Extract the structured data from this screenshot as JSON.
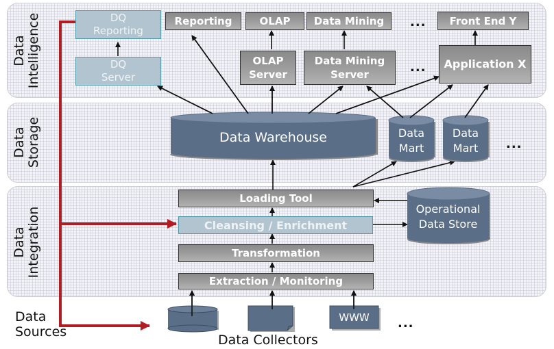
{
  "layers": {
    "intelligence": "Data Intelligence",
    "intelligence_lines": [
      "Data",
      "Intelligence"
    ],
    "storage_lines": [
      "Data",
      "Storage"
    ],
    "integration_lines": [
      "Data",
      "Integration"
    ],
    "sources_lines": [
      "Data",
      "Sources"
    ]
  },
  "intelligence": {
    "dq_reporting": [
      "DQ",
      "Reporting"
    ],
    "dq_server": [
      "DQ",
      "Server"
    ],
    "reporting": "Reporting",
    "olap": "OLAP",
    "data_mining": "Data Mining",
    "front_end_y": "Front End Y",
    "olap_server": [
      "OLAP",
      "Server"
    ],
    "data_mining_server": [
      "Data Mining",
      "Server"
    ],
    "application_x": "Application X",
    "ellipsis": "..."
  },
  "storage": {
    "data_warehouse": "Data Warehouse",
    "data_mart_1": [
      "Data",
      "Mart"
    ],
    "data_mart_2": [
      "Data",
      "Mart"
    ],
    "ellipsis": "..."
  },
  "integration": {
    "loading_tool": "Loading Tool",
    "cleansing": "Cleansing / Enrichment",
    "transformation": "Transformation",
    "extraction": "Extraction / Monitoring",
    "ods": [
      "Operational",
      "Data Store"
    ]
  },
  "sources": {
    "www": "WWW",
    "ellipsis": "...",
    "collectors_label": "Data Collectors"
  },
  "colors": {
    "dq_flow": "#b11d22",
    "cylinder": "#5a6e88",
    "cylinder_top": "#7a8ca3",
    "gray_box": "#9c9c9c",
    "dq_box": "#b2c4cf"
  }
}
